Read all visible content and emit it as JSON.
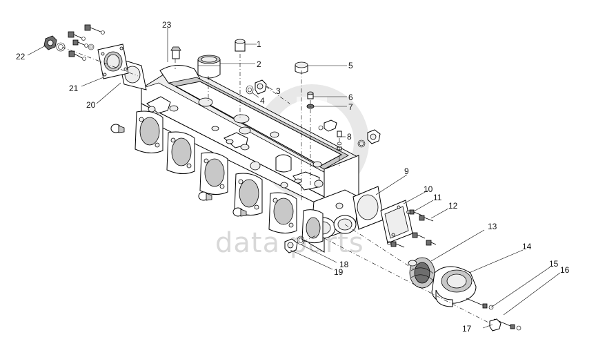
{
  "watermark": "data    parts",
  "callouts": [
    "1",
    "2",
    "3",
    "4",
    "5",
    "6",
    "7",
    "8",
    "9",
    "10",
    "11",
    "12",
    "13",
    "14",
    "15",
    "16",
    "17",
    "18",
    "19",
    "20",
    "21",
    "22",
    "23"
  ]
}
